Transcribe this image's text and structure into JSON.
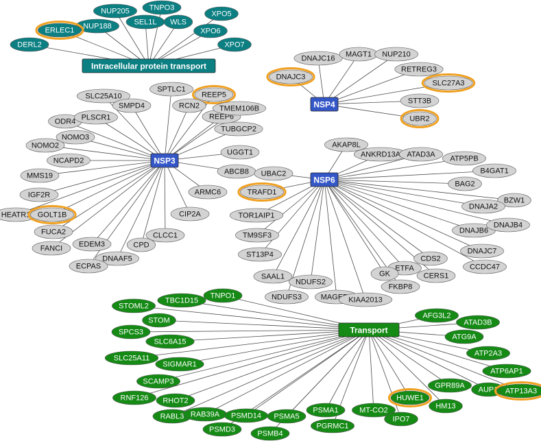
{
  "hubs": {
    "ipt": {
      "label": "Intracellular protein transport",
      "color": "#0b7f82"
    },
    "nsp3": {
      "label": "NSP3",
      "color": "#3457c8"
    },
    "nsp4": {
      "label": "NSP4",
      "color": "#3457c8"
    },
    "nsp6": {
      "label": "NSP6",
      "color": "#3457c8"
    },
    "transport": {
      "label": "Transport",
      "color": "#158a15"
    }
  },
  "groups": {
    "ipt": [
      "NUP205",
      "TNPO3",
      "NUP188",
      "SEL1L",
      "WLS",
      "XPO5",
      "ERLEC1",
      "XPO6",
      "DERL2",
      "XPO7"
    ],
    "nsp3": [
      "SLC25A10",
      "SPTLC1",
      "REEP5",
      "SMPD4",
      "RCN2",
      "REEP6",
      "TMEM106B",
      "ODR4",
      "PLSCR1",
      "TUBGCP2",
      "NOMO3",
      "NOMO2",
      "UGGT1",
      "NCAPD2",
      "ABCB8",
      "MMS19",
      "ARMC6",
      "IGF2R",
      "CIP2A",
      "HEATR1",
      "GOLT1B",
      "FUCA2",
      "CLCC1",
      "EDEM3",
      "CPD",
      "FANCI",
      "DNAAF5",
      "ECPAS"
    ],
    "nsp4": [
      "DNAJC16",
      "MAGT1",
      "NUP210",
      "DNAJC3",
      "RETREG3",
      "SLC27A3",
      "STT3B",
      "UBR2"
    ],
    "nsp6": [
      "AKAP8L",
      "ANKRD13A",
      "ATAD3A",
      "ATP5PB",
      "UBAC2",
      "B4GAT1",
      "TRAFD1",
      "BAG2",
      "BZW1",
      "DNAJA2",
      "TOR1AIP1",
      "DNAJB6",
      "DNAJB4",
      "TM9SF3",
      "DNAJC7",
      "CDS2",
      "ST13P4",
      "CCDC47",
      "ETFA",
      "CERS1",
      "GK",
      "SAAL1",
      "NDUFS2",
      "FKBP8",
      "NDUFS3",
      "MAGED1",
      "KIAA2013"
    ],
    "transport": [
      "TBC1D15",
      "TNPO1",
      "STOML2",
      "STOM",
      "AFG3L2",
      "ATAD3B",
      "SPCS3",
      "SLC6A15",
      "ATG9A",
      "SLC25A11",
      "SIGMAR1",
      "ATP2A3",
      "ATP6AP1",
      "SCAMP3",
      "GPR89A",
      "AUP1",
      "ATP13A3",
      "RNF126",
      "RHOT2",
      "HUWE1",
      "HM13",
      "RABL3",
      "RAB39A",
      "PSMD14",
      "PSMA5",
      "PSMA1",
      "MT-CO2",
      "IPO7",
      "PGRMC1",
      "PSMD3",
      "PSMB4"
    ]
  },
  "highlighted": [
    "ERLEC1",
    "REEP5",
    "GOLT1B",
    "DNAJC3",
    "SLC27A3",
    "UBR2",
    "TRAFD1",
    "HUWE1",
    "ATP13A3"
  ],
  "colors": {
    "teal_node": "#0b7f82",
    "gray_node": "#d3d3d3",
    "green_node": "#158a15",
    "highlight_ring": "#f0a020",
    "edge": "#4a4a4a"
  }
}
